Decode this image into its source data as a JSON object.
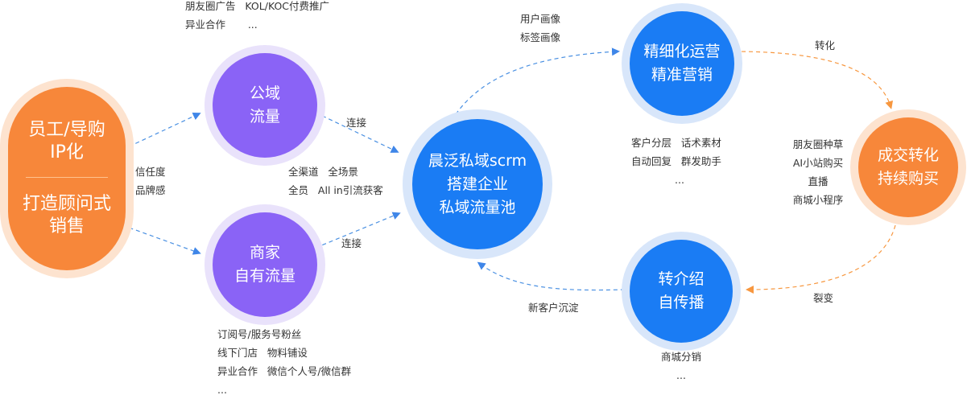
{
  "pill": {
    "line1": "员工/导购",
    "line2": "IP化",
    "line3": "打造顾问式",
    "line4": "销售"
  },
  "public_traffic": {
    "line1": "公域",
    "line2": "流量",
    "notes": [
      "朋友圈广告   KOL/KOC付费推广",
      "异业合作       ..."
    ]
  },
  "merchant_traffic": {
    "line1": "商家",
    "line2": "自有流量",
    "notes": [
      "订阅号/服务号粉丝",
      "线下门店   物料铺设",
      "异业合作   微信个人号/微信群",
      "..."
    ]
  },
  "trust_label": [
    "信任度",
    "品牌感"
  ],
  "connect_label_top": "连接",
  "connect_label_bottom": "连接",
  "center": {
    "line1": "晨泛私域scrm",
    "line2": "搭建企业",
    "line3": "私域流量池",
    "notes": [
      "全渠道   全场景",
      "全员   All in引流获客"
    ]
  },
  "profile_label": [
    "用户画像",
    "标签画像"
  ],
  "fine_ops": {
    "line1": "精细化运营",
    "line2": "精准营销",
    "notes": [
      "客户分层   话术素材",
      "自动回复   群发助手",
      "..."
    ]
  },
  "conversion_label": "转化",
  "deal": {
    "line1": "成交转化",
    "line2": "持续购买",
    "notes": [
      "朋友圈种草",
      "AI小站购买",
      "直播",
      "商城小程序"
    ]
  },
  "fission_label": "裂变",
  "referral": {
    "line1": "转介绍",
    "line2": "自传播",
    "notes": [
      "商城分销",
      "..."
    ]
  },
  "settle_label": "新客户沉淀",
  "colors": {
    "purple": "#8a63f6",
    "blue": "#1a7cf4",
    "orange": "#f7873a",
    "dashed_blue": "#4a90e2",
    "dashed_orange": "#f7973f"
  }
}
